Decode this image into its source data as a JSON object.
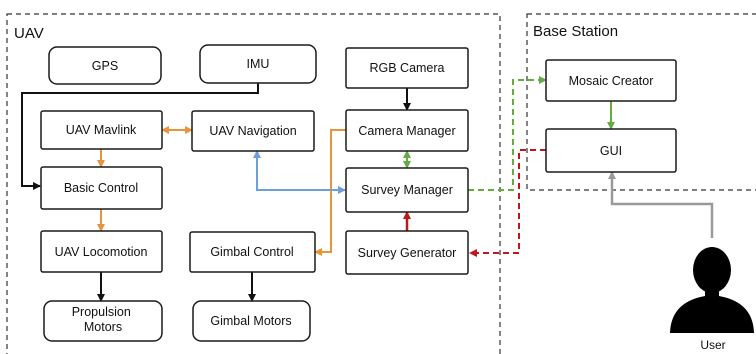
{
  "regions": {
    "uav": "UAV",
    "base_station": "Base Station"
  },
  "nodes": {
    "gps": "GPS",
    "imu": "IMU",
    "rgb_camera": "RGB Camera",
    "uav_mavlink": "UAV Mavlink",
    "uav_navigation": "UAV Navigation",
    "camera_manager": "Camera Manager",
    "basic_control": "Basic Control",
    "survey_manager": "Survey Manager",
    "uav_locomotion": "UAV Locomotion",
    "gimbal_control": "Gimbal Control",
    "survey_generator": "Survey Generator",
    "propulsion_motors_line1": "Propulsion",
    "propulsion_motors_line2": "Motors",
    "gimbal_motors": "Gimbal Motors",
    "mosaic_creator": "Mosaic Creator",
    "gui": "GUI"
  },
  "user": {
    "label": "User"
  },
  "colors": {
    "black": "#111111",
    "orange": "#e8943a",
    "green": "#66aa44",
    "blue": "#6f9fd8",
    "red": "#c0171b",
    "gray": "#9a9a9a"
  }
}
